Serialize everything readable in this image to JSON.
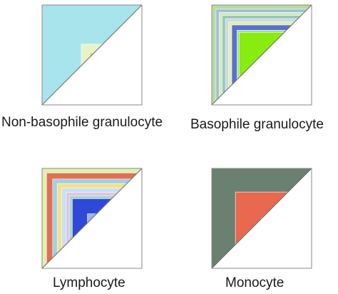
{
  "panels": [
    {
      "caption": "Non-basophile granulocyte",
      "bands": [
        {
          "color": "#a8e4ec",
          "depth": 0.38
        },
        {
          "color": "#e8f4c8",
          "depth": 0.08
        },
        {
          "color": "#d4e484",
          "depth": 0.14
        },
        {
          "color": "#e8f0b0",
          "depth": 0.05
        },
        {
          "color": "#c8a0c0",
          "depth": 0.03
        },
        {
          "color": "#b0d8c0",
          "depth": 0.04
        },
        {
          "color": "#e8c8d8",
          "depth": 0.03
        },
        {
          "color": "#a8c8e8",
          "depth": 0.03
        },
        {
          "color": "#f0e0a0",
          "depth": 0.02
        },
        {
          "color": "#98b890",
          "depth": 0.03
        },
        {
          "color": "#d8b8e0",
          "depth": 0.02
        },
        {
          "color": "#c0d8a0",
          "depth": 0.02
        },
        {
          "color": "#88a8c8",
          "depth": 0.02
        },
        {
          "color": "#e0c090",
          "depth": 0.02
        },
        {
          "color": "#b8e0d0",
          "depth": 0.02
        },
        {
          "color": "#a0a8d8",
          "depth": 0.02
        },
        {
          "color": "#d0e8b8",
          "depth": 0.01
        },
        {
          "color": "#c8c0a0",
          "depth": 0.01
        }
      ]
    },
    {
      "caption": "Basophile granulocyte",
      "bands": [
        {
          "color": "#b8dca0",
          "depth": 0.04
        },
        {
          "color": "#a0c0d8",
          "depth": 0.03
        },
        {
          "color": "#d0e8c0",
          "depth": 0.03
        },
        {
          "color": "#98c8b0",
          "depth": 0.03
        },
        {
          "color": "#c8d8e8",
          "depth": 0.03
        },
        {
          "color": "#e0f0a8",
          "depth": 0.03
        },
        {
          "color": "#5870d0",
          "depth": 0.05
        },
        {
          "color": "#a8d8a0",
          "depth": 0.02
        },
        {
          "color": "#88ec10",
          "depth": 0.52
        },
        {
          "color": "#c0e880",
          "depth": 0.04
        },
        {
          "color": "#d8c8d0",
          "depth": 0.03
        },
        {
          "color": "#a8c8e0",
          "depth": 0.02
        },
        {
          "color": "#b0e0b8",
          "depth": 0.02
        },
        {
          "color": "#e0d8a0",
          "depth": 0.02
        },
        {
          "color": "#98b8a0",
          "depth": 0.02
        },
        {
          "color": "#c8e0f0",
          "depth": 0.01
        },
        {
          "color": "#b8c8a8",
          "depth": 0.01
        }
      ]
    },
    {
      "caption": "Lymphocyte",
      "bands": [
        {
          "color": "#e0f0b0",
          "depth": 0.03
        },
        {
          "color": "#e07050",
          "depth": 0.04
        },
        {
          "color": "#a0d0e8",
          "depth": 0.03
        },
        {
          "color": "#f0e090",
          "depth": 0.03
        },
        {
          "color": "#c8e0f0",
          "depth": 0.03
        },
        {
          "color": "#e0c0e8",
          "depth": 0.02
        },
        {
          "color": "#a8d8c0",
          "depth": 0.02
        },
        {
          "color": "#3048d8",
          "depth": 0.1
        },
        {
          "color": "#98b8e8",
          "depth": 0.03
        },
        {
          "color": "#3040c8",
          "depth": 0.05
        },
        {
          "color": "#a0c8e0",
          "depth": 0.03
        },
        {
          "color": "#f0b8d8",
          "depth": 0.04
        },
        {
          "color": "#c8d8b0",
          "depth": 0.03
        },
        {
          "color": "#d8c8e8",
          "depth": 0.03
        },
        {
          "color": "#b0d8a8",
          "depth": 0.03
        },
        {
          "color": "#f0d8a0",
          "depth": 0.02
        },
        {
          "color": "#98a8c0",
          "depth": 0.02
        },
        {
          "color": "#c0e8d8",
          "depth": 0.02
        },
        {
          "color": "#a0b098",
          "depth": 0.02
        },
        {
          "color": "#d8b8a8",
          "depth": 0.02
        },
        {
          "color": "#b0c8e0",
          "depth": 0.01
        },
        {
          "color": "#c8b0d0",
          "depth": 0.01
        }
      ]
    },
    {
      "caption": "Monocyte",
      "bands": [
        {
          "color": "#6a8070",
          "depth": 0.22
        },
        {
          "color": "#e86850",
          "depth": 0.24
        },
        {
          "color": "#a8e4ec",
          "depth": 0.08
        },
        {
          "color": "#e8f0b8",
          "depth": 0.04
        },
        {
          "color": "#f0c8a8",
          "depth": 0.05
        },
        {
          "color": "#b0d8e8",
          "depth": 0.03
        },
        {
          "color": "#98c090",
          "depth": 0.04
        },
        {
          "color": "#f0e0a0",
          "depth": 0.03
        },
        {
          "color": "#4060d0",
          "depth": 0.03
        },
        {
          "color": "#d0c0e0",
          "depth": 0.03
        },
        {
          "color": "#a0c8d0",
          "depth": 0.02
        },
        {
          "color": "#e8d890",
          "depth": 0.03
        },
        {
          "color": "#7890c8",
          "depth": 0.02
        },
        {
          "color": "#c8e0a8",
          "depth": 0.02
        },
        {
          "color": "#d8a8b8",
          "depth": 0.02
        },
        {
          "color": "#a8b8a0",
          "depth": 0.02
        },
        {
          "color": "#c0d8e8",
          "depth": 0.01
        }
      ]
    }
  ],
  "colors": {
    "frame": "#8a8a8a",
    "diagonal": "#6a6a6a",
    "band_edge": "#ffffff",
    "empty_half": "#ffffff"
  }
}
